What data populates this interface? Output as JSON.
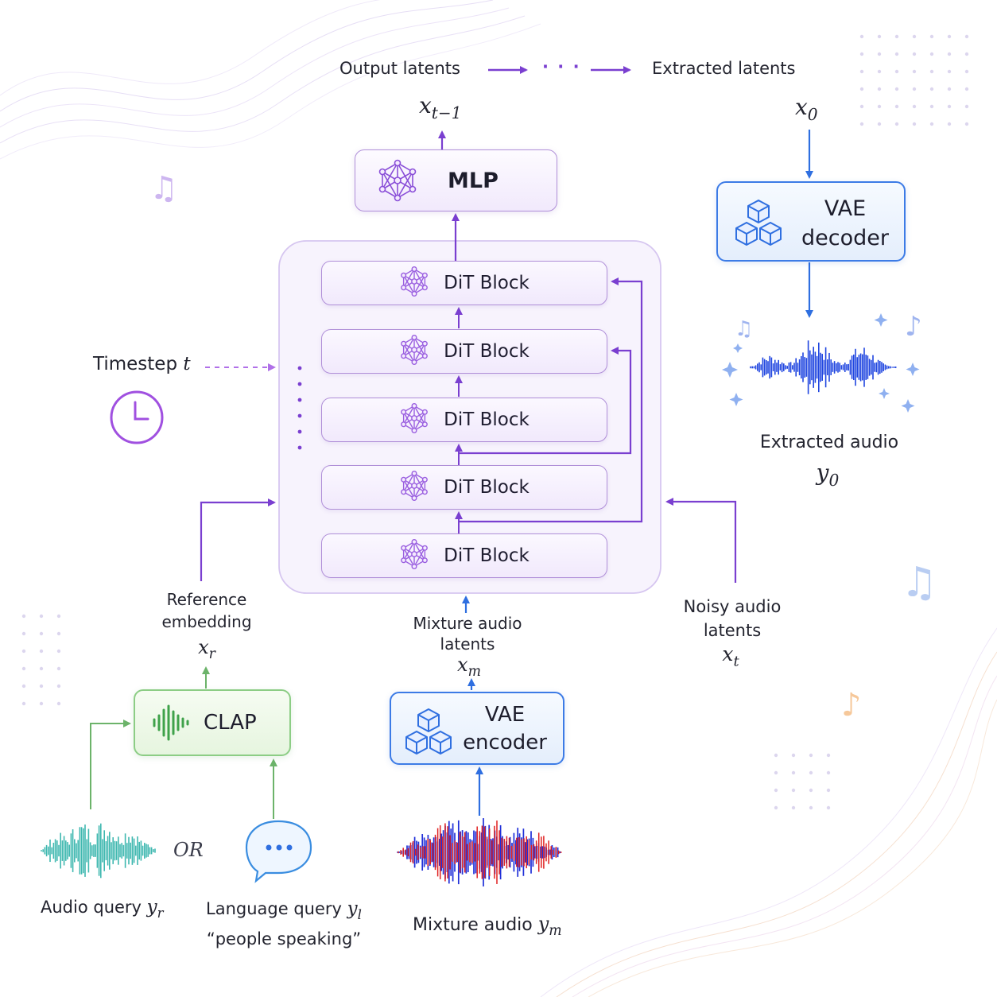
{
  "header": {
    "output_latents": "Output latents",
    "dots": "· · ·",
    "extracted_latents": "Extracted latents",
    "x_t_minus_1": {
      "base": "x",
      "sub": "t−1"
    },
    "x_0": {
      "base": "x",
      "sub": "0"
    }
  },
  "mlp": {
    "label": "MLP"
  },
  "dit_blocks": [
    {
      "label": "DiT Block"
    },
    {
      "label": "DiT Block"
    },
    {
      "label": "DiT Block"
    },
    {
      "label": "DiT Block"
    },
    {
      "label": "DiT Block"
    }
  ],
  "vae_decoder": {
    "line1": "VAE",
    "line2": "decoder"
  },
  "vae_encoder": {
    "line1": "VAE",
    "line2": "encoder"
  },
  "clap": {
    "label": "CLAP"
  },
  "timestep": {
    "label": "Timestep",
    "var": "t"
  },
  "extracted_audio": {
    "label": "Extracted audio",
    "var_base": "y",
    "var_sub": "0"
  },
  "reference": {
    "line1": "Reference",
    "line2": "embedding",
    "var_base": "x",
    "var_sub": "r"
  },
  "mixture_latents": {
    "line1": "Mixture audio",
    "line2": "latents",
    "var_base": "x",
    "var_sub": "m"
  },
  "noisy_latents": {
    "line1": "Noisy audio",
    "line2": "latents",
    "var_base": "x",
    "var_sub": "t"
  },
  "audio_query": {
    "label": "Audio query",
    "var_base": "y",
    "var_sub": "r"
  },
  "or_label": "OR",
  "language_query": {
    "label": "Language query",
    "var_base": "y",
    "var_sub": "l",
    "quote": "“people speaking”"
  },
  "mixture_audio": {
    "label": "Mixture audio",
    "var_base": "y",
    "var_sub": "m"
  },
  "colors": {
    "purple": "#7a3fd0",
    "light_purple": "#b08fd8",
    "blue": "#2f6fe0",
    "green": "#6cb36a",
    "teal": "#3fb8b0",
    "red": "#e02020",
    "dark_blue": "#1f2fd8"
  }
}
